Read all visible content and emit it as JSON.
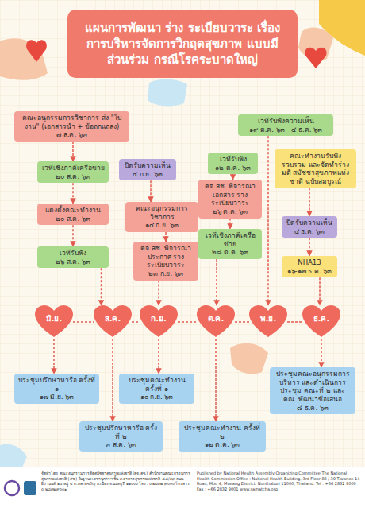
{
  "diagram": {
    "title": "แผนการพัฒนา ร่าง ระเบียบวาระ เรื่อง การบริหารจัดการวิกฤตสุขภาพ แบบมีส่วนร่วม กรณีโรคระบาดใหญ่",
    "nodes": [
      {
        "text": [
          "คณะอนุกรรมการวิชาการ ส่ง \"ใบงาน\" (เอกสารนำ + ข้อถกแถลง)",
          "๗ ส.ค. ๖๓"
        ]
      },
      {
        "text": [
          "เวทีเชิงภาคีเครือข่าย",
          "๒๐ ส.ค. ๖๓"
        ]
      },
      {
        "text": [
          "แต่งตั้งคณะทำงาน",
          "๒๐ ส.ค. ๖๓"
        ]
      },
      {
        "text": [
          "เวทีรับฟัง",
          "๒๖ ส.ค. ๖๓"
        ]
      },
      {
        "text": [
          "ปิดรับความเห็น",
          "๔ ก.ย. ๖๓"
        ]
      },
      {
        "text": [
          "คณะอนุกรรมการวิชาการ",
          "๑๔ ก.ย. ๖๓"
        ]
      },
      {
        "text": [
          "คจ.สช. พิจารณาประกาศ ร่าง ระเบียบวาระ",
          "๒๓ ก.ย. ๖๓"
        ]
      },
      {
        "text": [
          "เวทีรับฟัง",
          "๑๒ ต.ค. ๖๓"
        ]
      },
      {
        "text": [
          "คจ.สช. พิจารณาเอกสาร ร่างระเบียบวาระ",
          "๒๖ ต.ค. ๖๓"
        ]
      },
      {
        "text": [
          "เวทีเชิงภาคีเครือข่าย",
          "๒๘ ต.ค. ๖๓"
        ]
      },
      {
        "text": [
          "เวทีรับฟังความเห็น",
          "๑๙ ต.ค. ๖๓ - ๔ ธ.ค. ๖๓"
        ]
      },
      {
        "text": [
          "คณะทำงานรับฟัง รวบรวม และจัดทำร่างมติ สมัชชาสุขภาพแห่งชาติ ฉบับสมบูรณ์"
        ]
      },
      {
        "text": [
          "ปิดรับความเห็น",
          "๔ ธ.ค. ๖๓"
        ]
      },
      {
        "text": [
          "NHA13",
          "๑๖-๑๗ ธ.ค. ๖๓"
        ]
      },
      {
        "text": [
          "มิ.ย."
        ]
      },
      {
        "text": [
          "ส.ค."
        ]
      },
      {
        "text": [
          "ก.ย."
        ]
      },
      {
        "text": [
          "ต.ค."
        ]
      },
      {
        "text": [
          "พ.ย."
        ]
      },
      {
        "text": [
          "ธ.ค."
        ]
      },
      {
        "text": [
          "ประชุมปรึกษาหารือ ครั้งที่ ๑",
          "๑๗ มิ.ย. ๖๓"
        ]
      },
      {
        "text": [
          "ประชุมปรึกษาหารือ ครั้งที่ ๒",
          "๓ ส.ค. ๖๓"
        ]
      },
      {
        "text": [
          "ประชุมคณะทำงาน ครั้งที่ ๑",
          "๑๐ ก.ย. ๖๓"
        ]
      },
      {
        "text": [
          "ประชุมคณะทำงาน ครั้งที่ ๒",
          "๑๒ ต.ค. ๖๓"
        ]
      },
      {
        "text": [
          "ประชุมคณะอนุกรรมการบริหาร และดำเนินการประชุม คณะที่ ๒ และ คณ. พัฒนาข้อเสนอ",
          "๘ ธ.ค. ๖๓"
        ]
      }
    ],
    "edges": [
      {
        "from": 0,
        "to": 1,
        "arrow": "to"
      },
      {
        "from": 1,
        "to": 2,
        "arrow": "to"
      },
      {
        "from": 2,
        "to": 3,
        "arrow": "to"
      },
      {
        "from": 3,
        "to": 15,
        "arrow": "to"
      },
      {
        "from": 4,
        "to": 5,
        "arrow": "to"
      },
      {
        "from": 5,
        "to": 6,
        "arrow": "to"
      },
      {
        "from": 6,
        "to": 16,
        "arrow": "to"
      },
      {
        "from": 7,
        "to": 8,
        "arrow": "to"
      },
      {
        "from": 8,
        "to": 9,
        "arrow": "to"
      },
      {
        "from": 9,
        "to": 17,
        "arrow": "to"
      },
      {
        "from": 10,
        "to": 18,
        "arrow": "to"
      },
      {
        "from": 11,
        "to": 12,
        "arrow": "to"
      },
      {
        "from": 12,
        "to": 13,
        "arrow": "to"
      },
      {
        "from": 13,
        "to": 19,
        "arrow": "to"
      },
      {
        "from": 14,
        "to": 15,
        "arrow": "none"
      },
      {
        "from": 15,
        "to": 16,
        "arrow": "none"
      },
      {
        "from": 16,
        "to": 17,
        "arrow": "none"
      },
      {
        "from": 17,
        "to": 18,
        "arrow": "none"
      },
      {
        "from": 18,
        "to": 19,
        "arrow": "none"
      },
      {
        "from": 14,
        "to": 20,
        "arrow": "to"
      },
      {
        "from": 15,
        "to": 21,
        "arrow": "to"
      },
      {
        "from": 16,
        "to": 22,
        "arrow": "to"
      },
      {
        "from": 17,
        "to": 23,
        "arrow": "to"
      },
      {
        "from": 19,
        "to": 24,
        "arrow": "to"
      }
    ],
    "labels": [
      "จัดทำโดย คณะอนุกรรมการจัดสมัชชาสุขภาพแห่งชาติ (คจ.สช.) สำนักงานคณะกรรมการสุขภาพแห่งชาติ (สช.) ในฐานะเลขานุการฯ ชั้น ๓ อาคารสุขภาพแห่งชาติ ๘๘/๓๙ ถนนติวานนท์ ๑๔ หมู่ ๔ ต.ตลาดขวัญ อ.เมือง จ.นนทบุรี ๑๑๐๐๐ โทร. ๐ ๒๘๓๒ ๙๐๐๐ โทรสาร ๐ ๒๘๓๒ ๙๐๐๑",
      "Published by National Health Assembly Organizing Committee The National Health Commission Office : National Health Building, 3rd Floor 88 / 39 Tiwanon 14 Road, Moo 4, Mueang District, Nonthaburi 11000, Thailand. Tel : +66 2832 9000 Fax : +66 2832 9001 www.samatcha.org"
    ]
  }
}
